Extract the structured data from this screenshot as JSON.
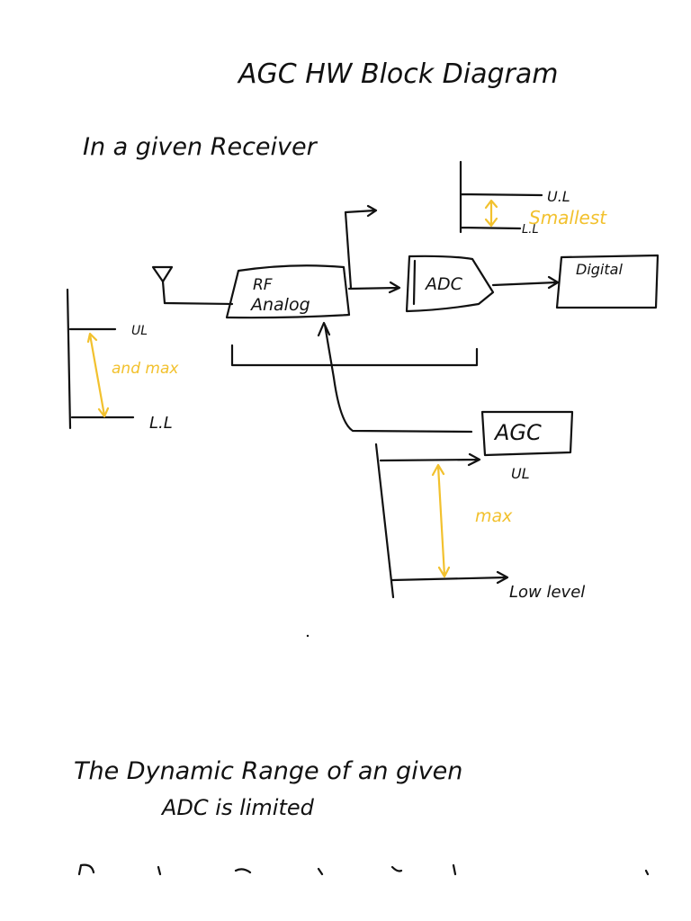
{
  "title": "AGC HW Block Diagram",
  "intro": "In a given Receiver",
  "blocks": {
    "rf_analog": [
      "RF",
      "Analog"
    ],
    "adc": "ADC",
    "digital": "Digital",
    "agc": "AGC"
  },
  "graphs": {
    "left": {
      "upper": "UL",
      "lower": "L.L",
      "span": "and max"
    },
    "top_right": {
      "upper": "U.L",
      "lower": "L.L",
      "span": "Smallest"
    },
    "bottom": {
      "upper": "UL",
      "lower": "Low level",
      "span": "max"
    }
  },
  "footer": {
    "line1": "The Dynamic Range of an given",
    "line2": "ADC is limited"
  },
  "colors": {
    "ink": "#111111",
    "highlight": "#f2c12e",
    "paper": "#ffffff"
  }
}
